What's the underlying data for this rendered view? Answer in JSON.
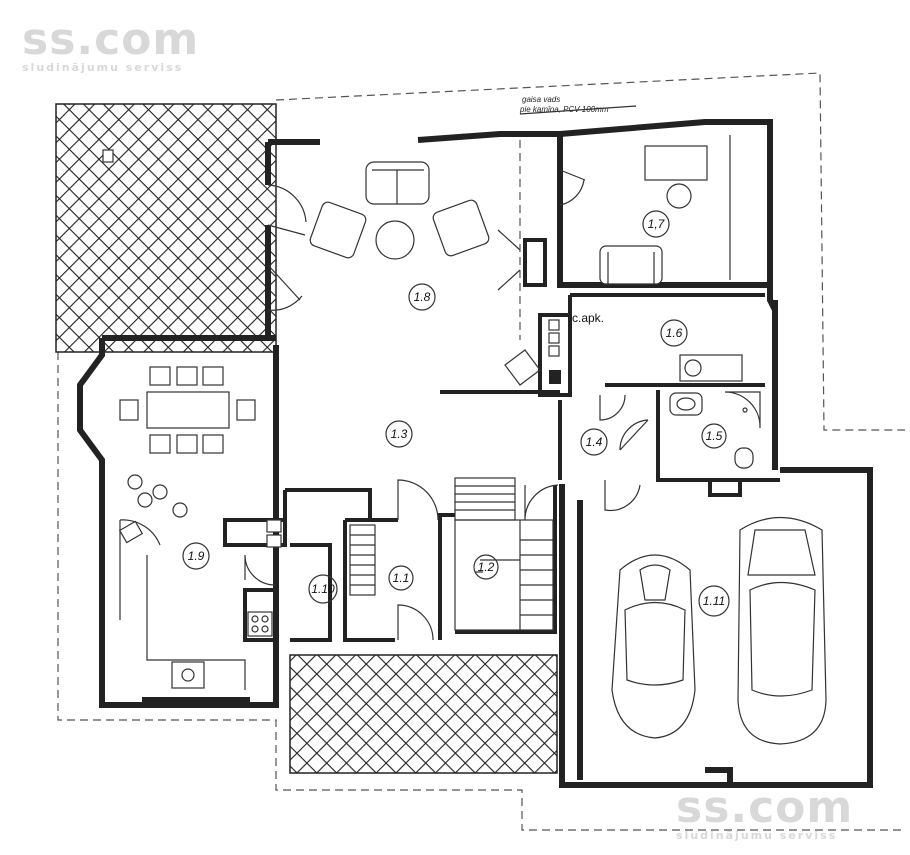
{
  "watermark": {
    "brand": "ss.com",
    "tagline": "sludinājumu serviss"
  },
  "note": {
    "line1": "gaisa vads",
    "line2": "pie kamīna, PCV 100mm"
  },
  "chimney_label": "c.apk.",
  "rooms": [
    {
      "id": "1.1",
      "label": "1.1"
    },
    {
      "id": "1.2",
      "label": "1.2"
    },
    {
      "id": "1.3",
      "label": "1.3"
    },
    {
      "id": "1.4",
      "label": "1.4"
    },
    {
      "id": "1.5",
      "label": "1.5"
    },
    {
      "id": "1.6",
      "label": "1.6"
    },
    {
      "id": "1.7",
      "label": "1,7"
    },
    {
      "id": "1.8",
      "label": "1.8"
    },
    {
      "id": "1.9",
      "label": "1.9"
    },
    {
      "id": "1.10",
      "label": "1.10"
    },
    {
      "id": "1.11",
      "label": "1.11"
    }
  ],
  "colors": {
    "wall": "#222222",
    "paper": "#ffffff",
    "watermark": "#d8d8d8"
  }
}
